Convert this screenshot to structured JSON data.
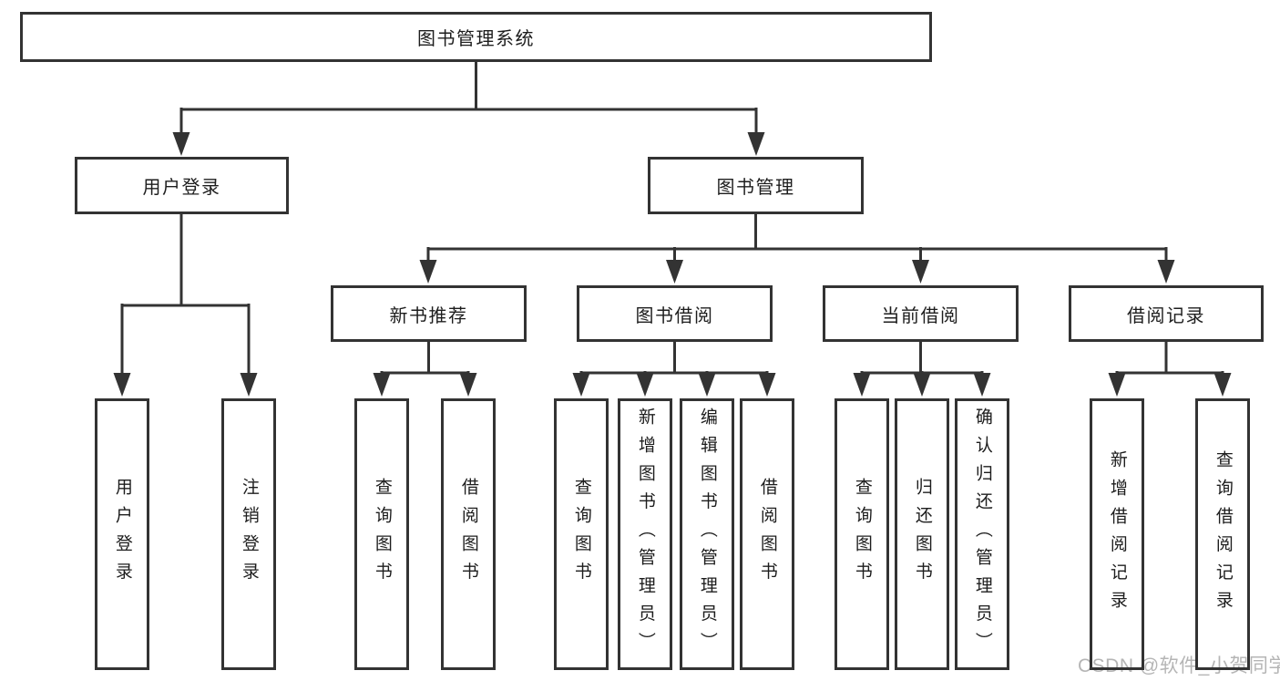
{
  "tree": {
    "root": {
      "label": "图书管理系统"
    },
    "level2": [
      {
        "label": "用户登录"
      },
      {
        "label": "图书管理"
      }
    ],
    "level3": [
      {
        "label": "新书推荐"
      },
      {
        "label": "图书借阅"
      },
      {
        "label": "当前借阅"
      },
      {
        "label": "借阅记录"
      }
    ],
    "leaves": {
      "user_login": [
        {
          "label": "用户登录"
        },
        {
          "label": "注销登录"
        }
      ],
      "new_book": [
        {
          "label": "查询图书"
        },
        {
          "label": "借阅图书"
        }
      ],
      "borrow": [
        {
          "label": "查询图书"
        },
        {
          "label": "新增图书（管理员）"
        },
        {
          "label": "编辑图书（管理员）"
        },
        {
          "label": "借阅图书"
        }
      ],
      "current": [
        {
          "label": "查询图书"
        },
        {
          "label": "归还图书"
        },
        {
          "label": "确认归还（管理员）"
        }
      ],
      "records": [
        {
          "label": "新增借阅记录"
        },
        {
          "label": "查询借阅记录"
        }
      ]
    }
  },
  "watermark": "CSDN @软件_小贺同学",
  "colors": {
    "line": "#333333",
    "text": "#1d1d1d",
    "watermark": "#b5b5b5",
    "background": "#ffffff"
  }
}
